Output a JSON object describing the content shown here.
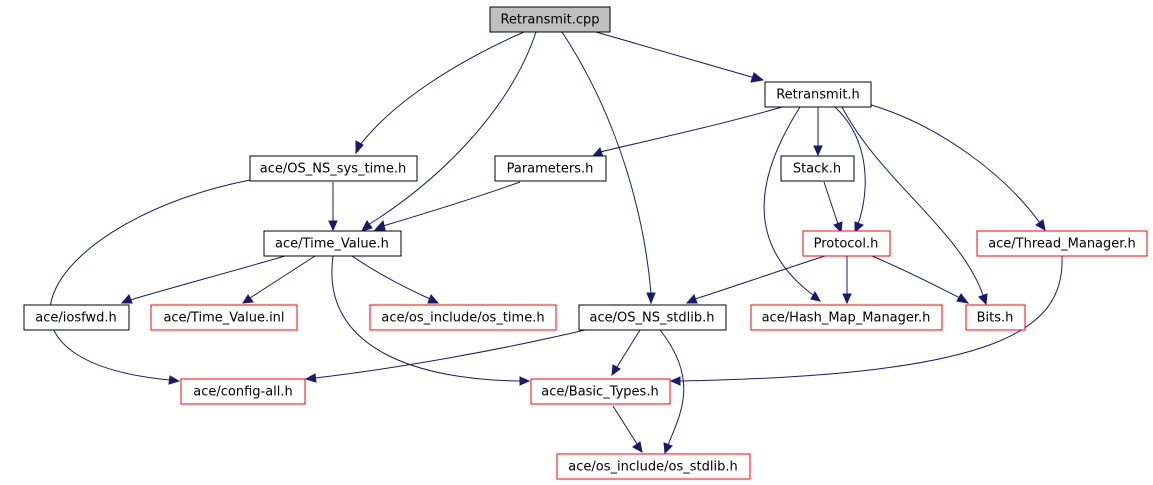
{
  "graph": {
    "colors": {
      "edge": "#191970",
      "documented_border": "#000000",
      "undocumented_border": "#ff0000",
      "root_fill": "#bfbfbf"
    },
    "nodes": {
      "retransmit_cpp": "Retransmit.cpp",
      "retransmit_h": "Retransmit.h",
      "os_ns_sys_time_h": "ace/OS_NS_sys_time.h",
      "parameters_h": "Parameters.h",
      "stack_h": "Stack.h",
      "time_value_h": "ace/Time_Value.h",
      "protocol_h": "Protocol.h",
      "thread_manager_h": "ace/Thread_Manager.h",
      "iosfwd_h": "ace/iosfwd.h",
      "time_value_inl": "ace/Time_Value.inl",
      "os_time_h": "ace/os_include/os_time.h",
      "os_ns_stdlib_h": "ace/OS_NS_stdlib.h",
      "hash_map_manager_h": "ace/Hash_Map_Manager.h",
      "bits_h": "Bits.h",
      "config_all_h": "ace/config-all.h",
      "basic_types_h": "ace/Basic_Types.h",
      "os_stdlib_h": "ace/os_include/os_stdlib.h"
    }
  }
}
